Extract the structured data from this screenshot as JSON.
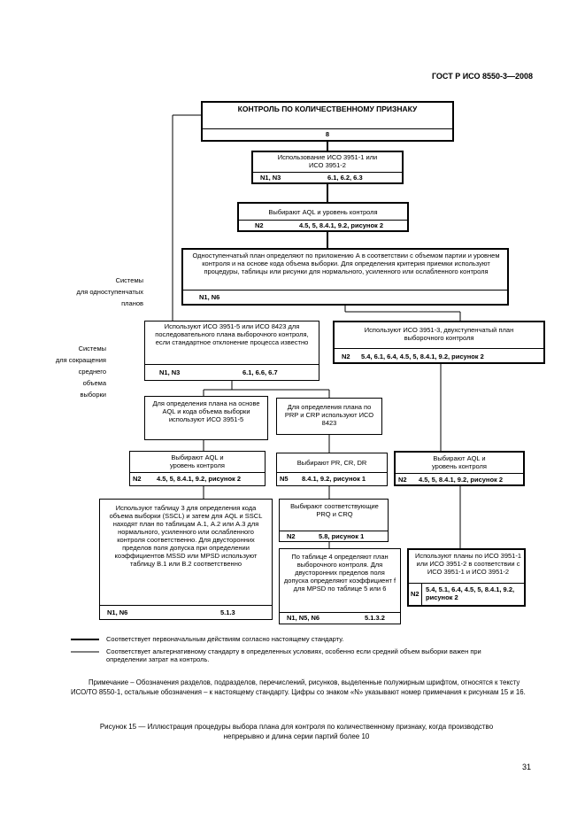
{
  "header": {
    "standard": "ГОСТ Р ИСО 8550-3—2008"
  },
  "side_labels": {
    "single": [
      "Системы",
      "для одноступенчатых",
      "планов"
    ],
    "reduced": [
      "Системы",
      "для сокращения",
      "среднего",
      "объема",
      "выборки"
    ]
  },
  "boxes": {
    "top": {
      "title": "КОНТРОЛЬ ПО КОЛИЧЕСТВЕННОМУ ПРИЗНАКУ",
      "ref": "8"
    },
    "iso3951": {
      "text": "Использование ИСО 3951-1 или ИСО 3951-2",
      "notes": "N1, N3",
      "refs": "6.1, 6.2, 6.3"
    },
    "aql1": {
      "text": "Выбирают AQL и уровень контроля",
      "notes": "N2",
      "refs": "4.5, 5, 8.4.1, 9.2, рисунок 2"
    },
    "single_plan": {
      "text": "Одноступенчатый план определяют по приложению А в соответствии с объемом партии и уровнем контроля и на основе кода объема выборки. Для определения критерия приемки используют процедуры, таблицы или рисунки для нормального, усиленного или ослабленного контроля",
      "notes": "N1, N6"
    },
    "seq": {
      "text": "Используют ИСО 3951-5 или ИСО 8423 для последовательного плана выборочного контроля, если стандартное отклонение процесса известно",
      "notes": "N1, N3",
      "refs": "6.1, 6.6, 6.7"
    },
    "double": {
      "text": "Используют ИСО 3951-3, двухступенчатый план выборочного контроля",
      "notes": "N2",
      "refs": "5.4, 6.1, 6.4, 4.5, 5, 8.4.1, 9.2, рисунок 2"
    },
    "aql_plan": {
      "text": "Для определения плана на основе AQL и кода объема выборки используют ИСО 3951-5"
    },
    "prp_plan": {
      "text": "Для определения плана по PRP и CRP используют ИСО 8423"
    },
    "aql2": {
      "text": "Выбирают AQL и уровень контроля",
      "notes": "N2",
      "refs": "4.5, 5, 8.4.1, 9.2, рисунок 2"
    },
    "pr": {
      "text": "Выбирают PR, CR, DR",
      "notes": "N5",
      "refs": "8.4.1, 9.2, рисунок 1"
    },
    "aql3": {
      "text": "Выбирают AQL и уровень контроля",
      "notes": "N2",
      "refs": "4.5, 5, 8.4.1, 9.2, рисунок 2"
    },
    "table3": {
      "text": "Используют таблицу 3 для определения кода объема выборки (SSCL) и затем для AQL и SSCL находят план по таблицам А.1, А.2 или А.3 для нормального, усиленного или ослабленного контроля соответственно. Для двусторонних пределов поля допуска при определении коэффициентов MSSD или MPSD используют таблицу В.1 или В.2 соответственно",
      "notes": "N1, N6",
      "refs": "5.1.3"
    },
    "prq": {
      "text": "Выбирают соответствующие PRQ и CRQ",
      "notes": "N2",
      "refs": "5.8, рисунок 1"
    },
    "table4": {
      "text": "По таблице 4 определяют план выборочного контроля. Для двусторонних пределов поля допуска определяют коэффициент f для MPSD по таблице 5 или 6",
      "notes": "N1, N5, N6",
      "refs": "5.1.3.2"
    },
    "plans": {
      "text": "Используют планы по ИСО 3951-1 или ИСО 3951-2 в соответствии с ИСО 3951-1 и ИСО 3951-2",
      "notes": "N2",
      "refs": "5.4, 5.1, 6.4, 4.5, 5, 8.4.1, 9.2, рисунок 2"
    }
  },
  "legend": {
    "thick": "Соответствует первоначальным действиям согласно настоящему стандарту.",
    "thin": "Соответствует альтернативному стандарту в определенных условиях, особенно если средний объем выборки важен при определении затрат на контроль."
  },
  "note": {
    "label": "Примечание",
    "text": " – Обозначения разделов, подразделов, перечислений, рисунков, выделенные полужирным шрифтом, относятся к тексту ИСО/ТО 8550-1, остальные обозначения – к настоящему стандарту. Цифры со знаком «N» указывают номер примечания к рисункам 15 и 16."
  },
  "caption": "Рисунок 15 — Иллюстрация процедуры выбора плана для контроля по количественному признаку, когда производство непрерывно и длина серии партий более 10",
  "page_number": "31"
}
